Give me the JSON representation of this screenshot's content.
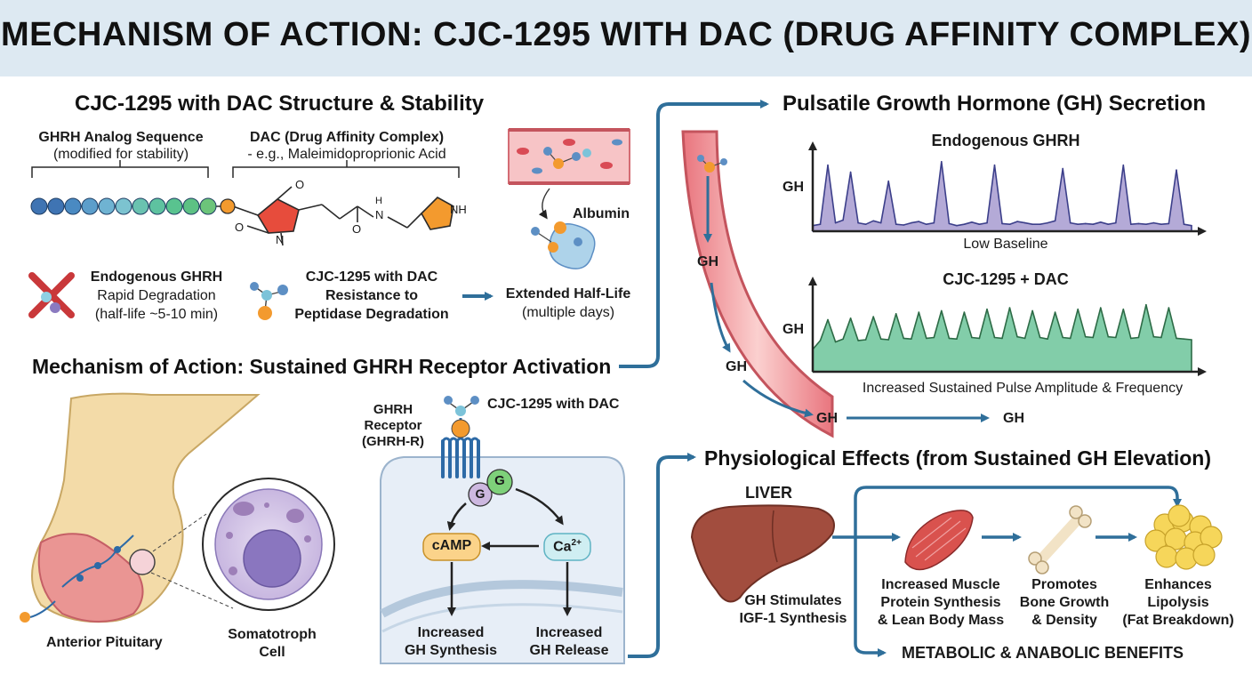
{
  "title": "MECHANISM OF ACTION: CJC-1295 WITH DAC (DRUG AFFINITY COMPLEX)",
  "structure": {
    "heading": "CJC-1295 with DAC Structure & Stability",
    "ghrh_label": "GHRH Analog Sequence",
    "ghrh_sub": "(modified for stability)",
    "dac_label": "DAC (Drug Affinity Complex)",
    "dac_sub": "- e.g., Maleimidoproprionic Acid",
    "atoms": {
      "o_top": "O",
      "o_left": "O",
      "n_ring": "N",
      "o_chain": "O",
      "n_amide": "N",
      "h_amide": "H",
      "nh": "NH"
    },
    "albumin_label": "Albumin",
    "endogenous": {
      "title": "Endogenous GHRH",
      "line1": "Rapid Degradation",
      "line2": "(half-life ~5-10 min)"
    },
    "cjc": {
      "title": "CJC-1295 with DAC",
      "line1": "Resistance to",
      "line2": "Peptidase Degradation"
    },
    "extended": {
      "title": "Extended Half-Life",
      "line1": "(multiple days)"
    }
  },
  "mechanism": {
    "heading": "Mechanism of Action: Sustained GHRH Receptor Activation",
    "receptor_label": [
      "GHRH",
      "Receptor",
      "(GHRH-R)"
    ],
    "ligand_label": "CJC-1295 with DAC",
    "g_left": "G",
    "g_right": "G",
    "camp": "cAMP",
    "calcium": "Ca",
    "calcium_sup": "2+",
    "synthesis": [
      "Increased",
      "GH Synthesis"
    ],
    "release": [
      "Increased",
      "GH Release"
    ],
    "pituitary": "Anterior Pituitary",
    "somatotroph": [
      "Somatotroph",
      "Cell"
    ]
  },
  "secretion": {
    "heading": "Pulsatile Growth Hormone (GH) Secretion",
    "vessel_gh": [
      "GH",
      "GH",
      "GH"
    ],
    "gh_arrow_end": "GH"
  },
  "chart_data": [
    {
      "type": "area",
      "title": "Endogenous GHRH",
      "ylabel": "GH",
      "xlabel": "Low Baseline",
      "color": "#a79bd0",
      "stroke": "#3c3f8a",
      "x": [
        0,
        0.5,
        1,
        1.5,
        2,
        2.5,
        3,
        3.5,
        4,
        4.5,
        5,
        5.5,
        6,
        6.5,
        7,
        7.5,
        8,
        8.5,
        9,
        9.5,
        10,
        10.5,
        11,
        11.5,
        12,
        12.5,
        13,
        13.5,
        14,
        14.5,
        15,
        15.5,
        16,
        16.5,
        17,
        17.5,
        18,
        18.5,
        19,
        19.5,
        20,
        20.5,
        21,
        21.5,
        22,
        22.5,
        23,
        23.5,
        24,
        24.5,
        25
      ],
      "y": [
        0.08,
        0.1,
        0.95,
        0.12,
        0.16,
        0.85,
        0.12,
        0.1,
        0.15,
        0.12,
        0.72,
        0.1,
        0.09,
        0.12,
        0.14,
        0.1,
        0.12,
        1.0,
        0.11,
        0.08,
        0.1,
        0.13,
        0.1,
        0.12,
        0.95,
        0.11,
        0.1,
        0.14,
        0.12,
        0.1,
        0.1,
        0.12,
        0.15,
        0.9,
        0.12,
        0.1,
        0.11,
        0.1,
        0.13,
        0.1,
        0.12,
        0.95,
        0.1,
        0.11,
        0.1,
        0.12,
        0.1,
        0.11,
        0.88,
        0.1,
        0.08
      ],
      "ylim": [
        0,
        1.1
      ]
    },
    {
      "type": "area",
      "title": "CJC-1295 + DAC",
      "ylabel": "GH",
      "xlabel": "Increased Sustained Pulse Amplitude & Frequency",
      "color": "#6cc49a",
      "stroke": "#2d6b46",
      "x": [
        0,
        0.5,
        1,
        1.5,
        2,
        2.5,
        3,
        3.5,
        4,
        4.5,
        5,
        5.5,
        6,
        6.5,
        7,
        7.5,
        8,
        8.5,
        9,
        9.5,
        10,
        10.5,
        11,
        11.5,
        12,
        12.5,
        13,
        13.5,
        14,
        14.5,
        15,
        15.5,
        16,
        16.5,
        17,
        17.5,
        18,
        18.5,
        19,
        19.5,
        20,
        20.5,
        21,
        21.5,
        22,
        22.5,
        23,
        23.5,
        24,
        24.5,
        25
      ],
      "y": [
        0.3,
        0.42,
        0.7,
        0.4,
        0.44,
        0.72,
        0.42,
        0.43,
        0.74,
        0.44,
        0.43,
        0.78,
        0.45,
        0.44,
        0.8,
        0.45,
        0.46,
        0.82,
        0.45,
        0.44,
        0.8,
        0.46,
        0.45,
        0.84,
        0.46,
        0.45,
        0.86,
        0.47,
        0.45,
        0.82,
        0.46,
        0.44,
        0.8,
        0.46,
        0.45,
        0.84,
        0.47,
        0.46,
        0.86,
        0.47,
        0.46,
        0.84,
        0.45,
        0.46,
        0.9,
        0.47,
        0.46,
        0.86,
        0.45,
        0.44,
        0.43
      ],
      "ylim": [
        0,
        1.1
      ]
    }
  ],
  "effects": {
    "heading": "Physiological Effects (from Sustained GH Elevation)",
    "liver_label": "LIVER",
    "liver_caption": [
      "GH Stimulates",
      "IGF-1 Synthesis"
    ],
    "muscle_caption": [
      "Increased Muscle",
      "Protein Synthesis",
      "& Lean Body Mass"
    ],
    "bone_caption": [
      "Promotes",
      "Bone Growth",
      "& Density"
    ],
    "fat_caption": [
      "Enhances",
      "Lipolysis",
      "(Fat Breakdown)"
    ],
    "benefits": "METABOLIC & ANABOLIC BENEFITS"
  },
  "colors": {
    "banner": "#dde9f2",
    "arrow": "#2f6f9a",
    "cross": "#c9383a",
    "vessel": "#e8838a",
    "liver": "#9c4a3c"
  }
}
